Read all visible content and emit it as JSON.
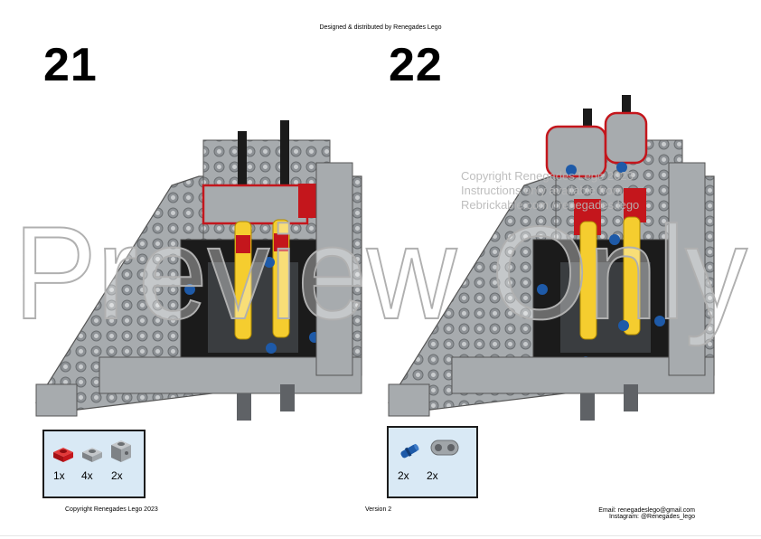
{
  "header": {
    "distributor": "Designed & distributed by Renegades Lego"
  },
  "steps": [
    {
      "number": "21",
      "parts": [
        {
          "qty": "1x",
          "icon": "red-plate-1x1-icon",
          "color": "#c4161c"
        },
        {
          "qty": "4x",
          "icon": "grey-plate-1x1-icon",
          "color": "#a0a5a9"
        },
        {
          "qty": "2x",
          "icon": "grey-brick-1x1-icon",
          "color": "#a0a5a9"
        }
      ]
    },
    {
      "number": "22",
      "parts": [
        {
          "qty": "2x",
          "icon": "blue-pin-icon",
          "color": "#1e5aa8"
        },
        {
          "qty": "2x",
          "icon": "grey-pin-connector-icon",
          "color": "#a0a5a9"
        }
      ]
    }
  ],
  "watermark": {
    "preview": "Preview Only",
    "copyright_lines": [
      "Copyright Renegades Lego 2023",
      "Instructions only available from",
      "Rebrickable.com / renegades.lego"
    ]
  },
  "footer": {
    "copyright": "Copyright Renegades Lego 2023",
    "version": "Version 2",
    "email": "Email: renegadeslego@gmail.com",
    "instagram": "Instagram: @Renegades_lego"
  },
  "colors": {
    "stud_grey": "#a0a5a9",
    "dark_grey": "#5f6266",
    "black": "#1b1b1b",
    "yellow": "#f5cd2f",
    "red": "#c4161c",
    "blue": "#1e5aa8",
    "inventory_bg": "#d9e9f5"
  }
}
